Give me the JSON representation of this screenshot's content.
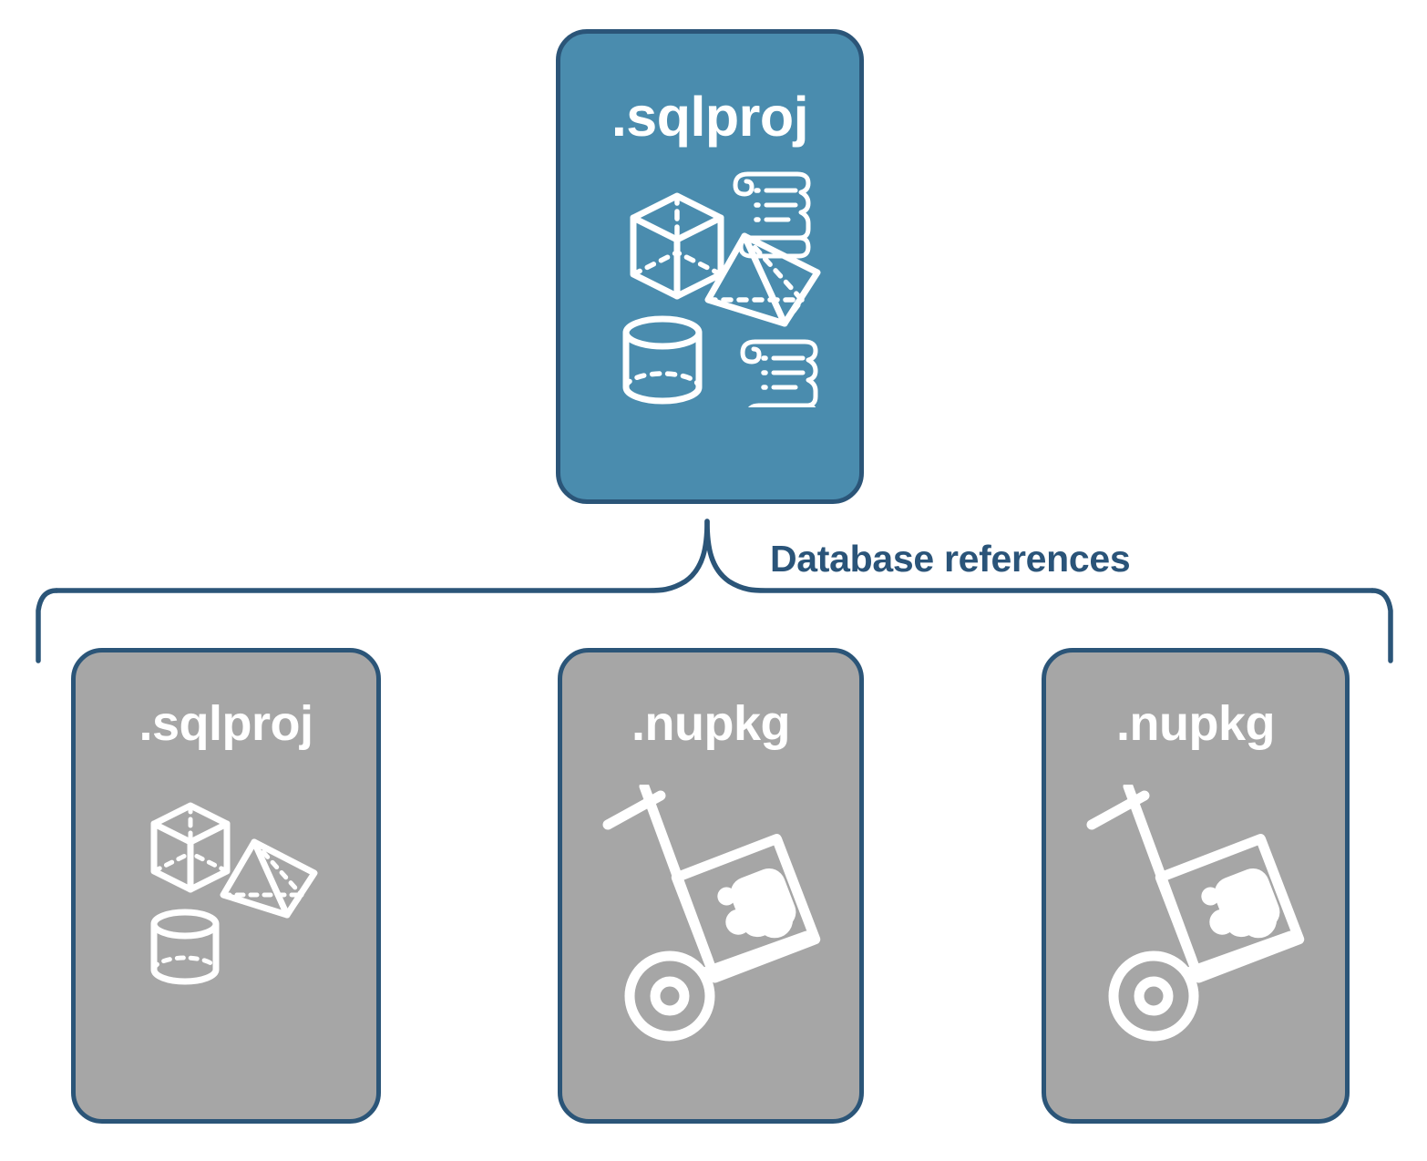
{
  "diagram": {
    "title_text": "Database references",
    "colors": {
      "accent_fill": "#4a8cae",
      "reference_fill": "#a6a6a6",
      "stroke": "#2b5578",
      "label_text": "#2a5479",
      "icon": "#ffffff",
      "background": "#ffffff"
    },
    "root": {
      "label": ".sqlproj",
      "icons": [
        "cube-icon",
        "pyramid-icon",
        "cylinder-icon",
        "scroll-icon",
        "scroll-icon"
      ]
    },
    "connector": {
      "label": "Database references",
      "style": "curly-brace"
    },
    "references": [
      {
        "label": ".sqlproj",
        "icons": [
          "cube-icon",
          "pyramid-icon",
          "cylinder-icon"
        ]
      },
      {
        "label": ".nupkg",
        "icons": [
          "hand-truck-package-icon"
        ]
      },
      {
        "label": ".nupkg",
        "icons": [
          "hand-truck-package-icon"
        ]
      }
    ]
  }
}
